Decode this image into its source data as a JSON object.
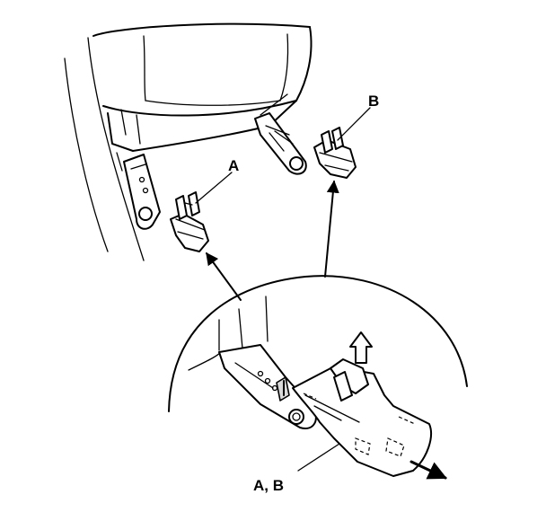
{
  "labels": {
    "clip_a": "A",
    "clip_b": "B",
    "detail": "A, B"
  }
}
